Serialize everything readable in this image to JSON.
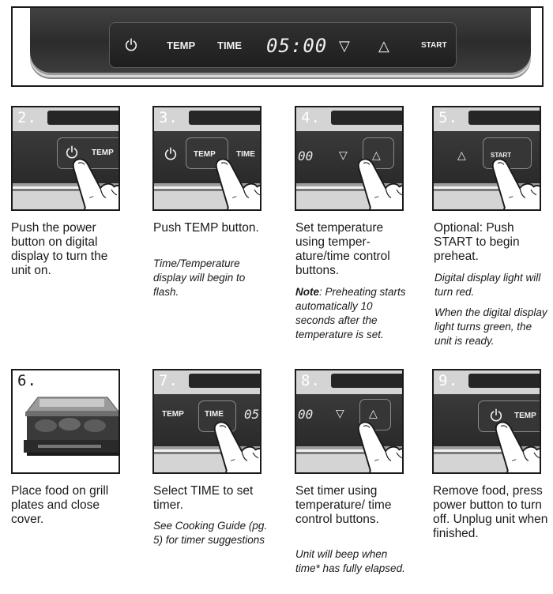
{
  "control_panel": {
    "power_icon": "power-icon",
    "temp_label": "TEMP",
    "time_label": "TIME",
    "readout": "05:00",
    "down_arrow": "▽",
    "up_arrow": "△",
    "start_label": "START"
  },
  "steps": [
    {
      "number": "2.",
      "instruction": "Push the power button on digital display to turn the unit on.",
      "photo": {
        "temp_label": "TEMP"
      }
    },
    {
      "number": "3.",
      "instruction": "Push TEMP button.",
      "note": "Time/Temperature display will begin to flash.",
      "photo": {
        "temp_label": "TEMP",
        "time_label": "TIME"
      }
    },
    {
      "number": "4.",
      "instruction": "Set temperature using temper-ature/time control buttons.",
      "note_label": "Note",
      "note": ": Preheating starts automatically 10 seconds after the temperature is set.",
      "photo": {
        "digits": "00",
        "down_arrow": "▽",
        "up_arrow": "△"
      }
    },
    {
      "number": "5.",
      "instruction": "Optional: Push START to begin preheat.",
      "note": "Digital display light will turn red.",
      "note2": "When the digital display light turns green, the unit is ready.",
      "photo": {
        "up_arrow": "△",
        "start_label": "START"
      }
    },
    {
      "number": "6.",
      "instruction": "Place food on grill plates and close cover."
    },
    {
      "number": "7.",
      "instruction": "Select TIME to set timer.",
      "note": "See Cooking Guide (pg. 5) for timer suggestions",
      "photo": {
        "temp_label": "TEMP",
        "time_label": "TIME",
        "digits": "05"
      }
    },
    {
      "number": "8.",
      "instruction": "Set timer using temperature/ time control buttons.",
      "note": "Unit will beep when time* has fully elapsed.",
      "photo": {
        "digits": "00",
        "down_arrow": "▽",
        "up_arrow": "△"
      }
    },
    {
      "number": "9.",
      "instruction": "Remove food, press power button to turn off. Unplug unit when finished.",
      "photo": {
        "temp_label": "TEMP"
      }
    }
  ]
}
